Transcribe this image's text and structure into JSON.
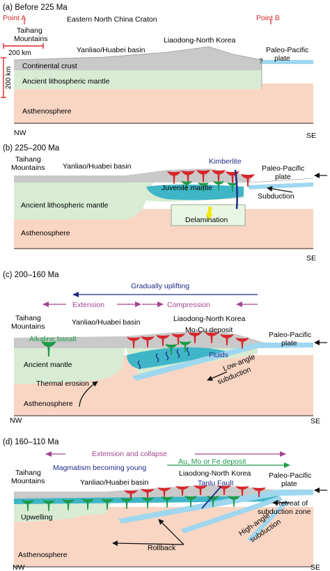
{
  "colors": {
    "crust": "#c9c9c9",
    "lithosphere": "#d7ecd3",
    "asthenosphere": "#f9d6c4",
    "juvenile_mantle": "#3fb6c7",
    "slab": "#9fd7ef",
    "red_intrusion": "#d7262b",
    "green_intrusion": "#1c9a48",
    "purple_arrow": "#a2448f",
    "navy": "#1f2a86",
    "delamination": "#f2f79a",
    "marker_red": "#d7262b"
  },
  "panels": [
    {
      "title": "(a) Before 225 Ma",
      "point_a": "Point A",
      "point_b": "Point B",
      "craton": "Eastern North China Craton",
      "taihang": [
        "Taihang",
        "Mountains"
      ],
      "scale_200_h": "200 km",
      "scale_200_v": "200 km",
      "yanliao": "Yanliao/Huabei basin",
      "liaodong": "Liaodong-North Korea",
      "question": "?",
      "pacific": [
        "Paleo-Pacific",
        "plate"
      ],
      "crust": "Continental crust",
      "litho": "Ancient lithospheric mantle",
      "astheno": "Asthenosphere",
      "nw": "NW",
      "se": "SE"
    },
    {
      "title": "(b) 225–200 Ma",
      "taihang": [
        "Taihang",
        "Mountains"
      ],
      "yanliao": "Yanliao/Huabei basin",
      "kimberlite": "Kimberlite",
      "pacific": [
        "Paleo-Pacific",
        "plate"
      ],
      "juvenile": "Juvenile mantle",
      "litho": "Ancient lithospheric mantle",
      "subduction": "Subduction",
      "delamination": "Delamination",
      "astheno": "Asthenosphere",
      "se": "SE"
    },
    {
      "title": "(c) 200–160 Ma",
      "uplift": "Gradually uplifting",
      "extension": "Extension",
      "compression": "Compression",
      "taihang": [
        "Taihang",
        "Mountains"
      ],
      "yanliao": "Yanliao/Huabei basin",
      "liaodong": "Liaodong-North Korea",
      "mocu": "Mo-Cu deposit",
      "pacific": [
        "Paleo-Pacific",
        "plate"
      ],
      "alkaline": "Alkaline basalt",
      "fluids": "Fluids",
      "ancient": "Ancient mantle",
      "lowangle": [
        "Low-angle",
        "subduction"
      ],
      "thermal": "Thermal erosion",
      "astheno": "Asthenosphere",
      "nw": "NW",
      "se": "SE"
    },
    {
      "title": "(d) 160–110 Ma",
      "extcollapse": "Extension and collapse",
      "magmatism": "Magmatism becoming young",
      "deposit": "Au, Mo or Fe deposit",
      "taihang": [
        "Taihang",
        "Mountains"
      ],
      "liaodong": "Liaodong-North Korea",
      "pacific": [
        "Paleo-Pacific",
        "plate"
      ],
      "yanliao": "Yanliao/Huabei basin",
      "tanlu": "Tanlu Fault",
      "upwelling": "Upwelling",
      "retreat": [
        "Retreat of",
        "subduction zone"
      ],
      "highangle": [
        "High-angle",
        "subduction"
      ],
      "rollback": "Rollback",
      "astheno": "Asthenosphere",
      "nw": "NW",
      "se": "SE"
    }
  ]
}
